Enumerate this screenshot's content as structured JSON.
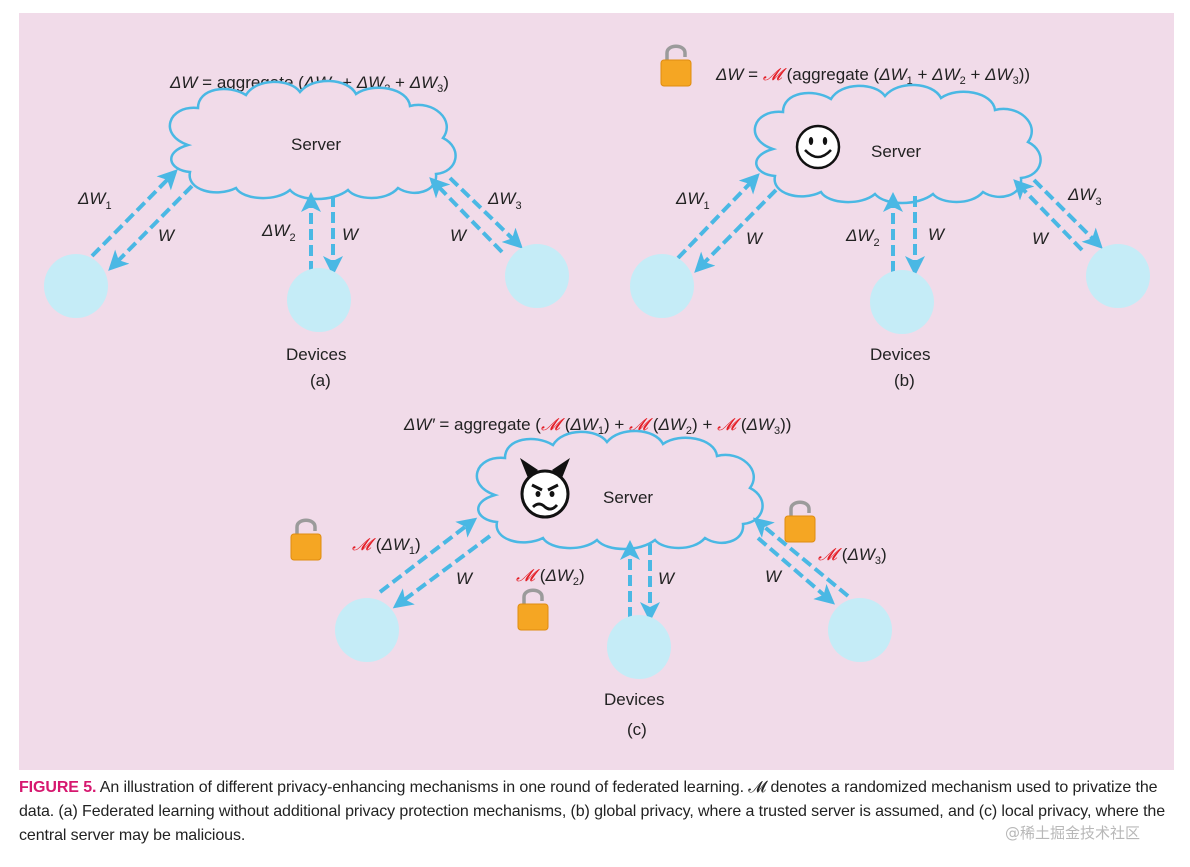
{
  "panel_a": {
    "formula": {
      "lhs": "ΔW",
      "eq": " = aggregate (",
      "t1": "ΔW",
      "s1": "1",
      "plus1": " + ",
      "t2": "ΔW",
      "s2": "2",
      "plus2": " + ",
      "t3": "ΔW",
      "s3": "3",
      "close": ")"
    },
    "server": "Server",
    "left_up": {
      "main": "ΔW",
      "sub": "1"
    },
    "left_down": "W",
    "mid_up": {
      "main": "ΔW",
      "sub": "2"
    },
    "mid_down": "W",
    "right_up": {
      "main": "ΔW",
      "sub": "3"
    },
    "right_down": "W",
    "devices": "Devices",
    "panel_label": "(a)"
  },
  "panel_b": {
    "formula": {
      "lhs": "ΔW",
      "eq": " = ",
      "mech": "𝓜",
      "open": " (aggregate (",
      "t1": "ΔW",
      "s1": "1",
      "plus1": " + ",
      "t2": "ΔW",
      "s2": "2",
      "plus2": " + ",
      "t3": "ΔW",
      "s3": "3",
      "close": "))"
    },
    "server": "Server",
    "server_icon": "smiley-face-icon",
    "formula_icon": "lock-icon",
    "left_up": {
      "main": "ΔW",
      "sub": "1"
    },
    "left_down": "W",
    "mid_up": {
      "main": "ΔW",
      "sub": "2"
    },
    "mid_down": "W",
    "right_up": {
      "main": "ΔW",
      "sub": "3"
    },
    "right_down": "W",
    "devices": "Devices",
    "panel_label": "(b)"
  },
  "panel_c": {
    "formula": {
      "lhs": "ΔW′",
      "eq": " = aggregate (",
      "m1": "𝓜",
      "o1": " (",
      "t1": "ΔW",
      "s1": "1",
      "c1": ")",
      "plus1": " + ",
      "m2": "𝓜",
      "o2": " (",
      "t2": "ΔW",
      "s2": "2",
      "c2": ")",
      "plus2": " + ",
      "m3": "𝓜",
      "o3": " (",
      "t3": "ΔW",
      "s3": "3",
      "close": "))"
    },
    "server": "Server",
    "server_icon": "devil-face-icon",
    "left_up": {
      "mech": "𝓜",
      "open": " (",
      "main": "ΔW",
      "sub": "1",
      "close": ")"
    },
    "left_down": "W",
    "mid_up": {
      "mech": "𝓜",
      "open": " (",
      "main": "ΔW",
      "sub": "2",
      "close": ")"
    },
    "mid_down": "W",
    "right_up": {
      "mech": "𝓜",
      "open": " (",
      "main": "ΔW",
      "sub": "3",
      "close": ")"
    },
    "right_down": "W",
    "devices": "Devices",
    "panel_label": "(c)"
  },
  "caption": {
    "label": "FIGURE 5.",
    "text": " An illustration of different privacy-enhancing mechanisms in one round of federated learning. 𝓜 denotes a randomized mechanism used to privatize the data. (a) Federated learning without additional privacy protection mechanisms, (b) global privacy, where a trusted server is assumed, and (c) local privacy, where the central server may be malicious."
  },
  "watermark": "@稀土掘金技术社区",
  "colors": {
    "panel_bg": "#f1dbe9",
    "arrow": "#4ab8e4",
    "device": "#c5ecf7",
    "cloud_stroke": "#4ab8e4",
    "mechanism": "#e41e26",
    "lock": "#f5a623",
    "caption_label": "#d6186f"
  }
}
